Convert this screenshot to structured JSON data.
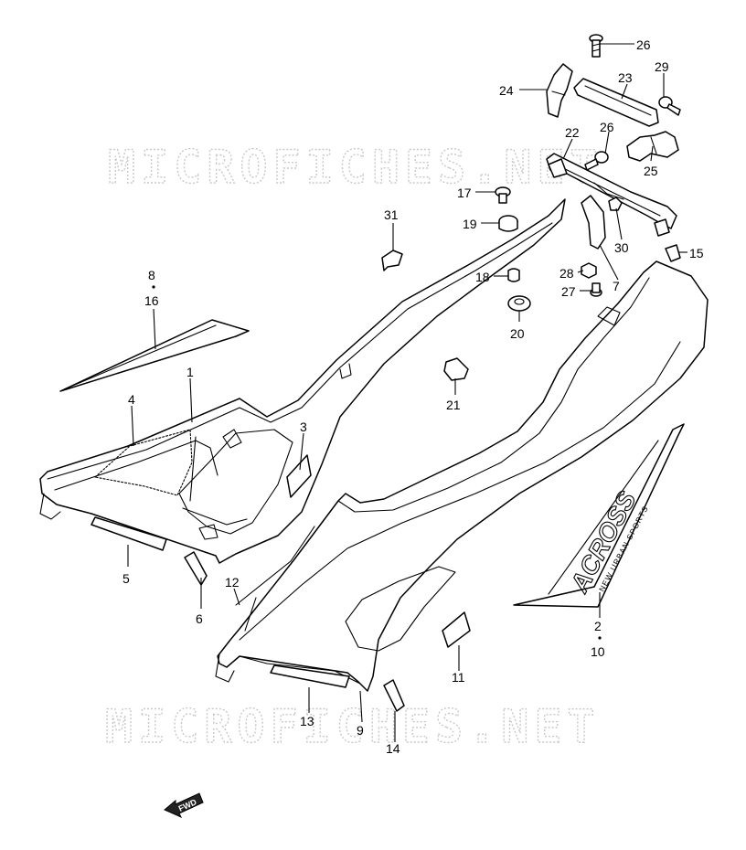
{
  "watermark": {
    "top": "MICROFICHES.NET",
    "bottom": "MICROFICHES.NET"
  },
  "callouts": {
    "p26a": "26",
    "p29": "29",
    "p24": "24",
    "p23": "23",
    "p26b": "26",
    "p22": "22",
    "p25": "25",
    "p17": "17",
    "p31": "31",
    "p19": "19",
    "p30": "30",
    "p15": "15",
    "p28": "28",
    "p18": "18",
    "p7": "7",
    "p27": "27",
    "p8": "8",
    "p16": "16",
    "p20": "20",
    "p1": "1",
    "p4": "4",
    "p21": "21",
    "p3": "3",
    "p5": "5",
    "p6": "6",
    "p12": "12",
    "p2": "2",
    "p10": "10",
    "p11": "11",
    "p13": "13",
    "p9": "9",
    "p14": "14"
  },
  "decal": {
    "brand": "ACROSS",
    "tagline": "NEW URBAN SPORTS"
  },
  "direction_arrow": {
    "label": "FWD"
  }
}
